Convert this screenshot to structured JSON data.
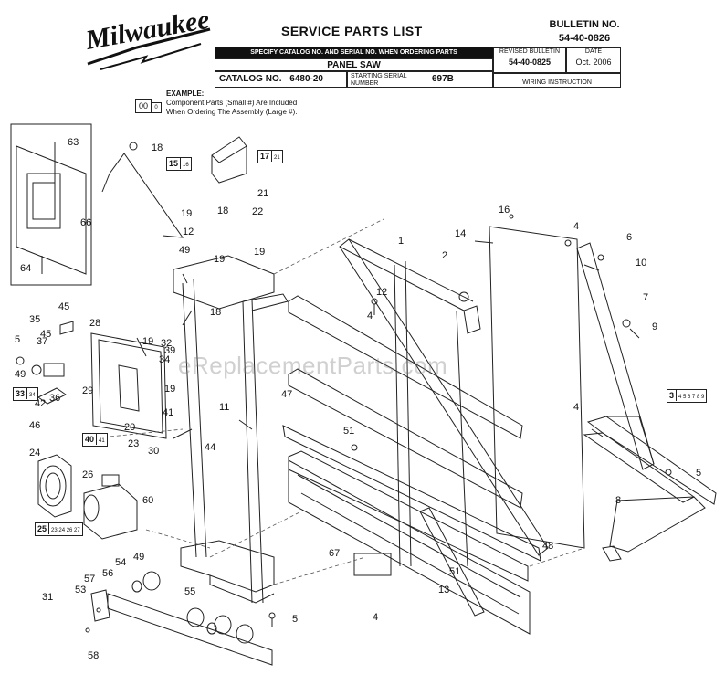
{
  "header": {
    "brand": "Milwaukee",
    "title": "SERVICE PARTS LIST",
    "bulletin_label": "BULLETIN NO.",
    "bulletin_no": "54-40-0826",
    "specify_bar": "SPECIFY CATALOG NO. AND SERIAL NO. WHEN ORDERING PARTS",
    "product": "PANEL SAW",
    "catalog_label": "CATALOG NO.",
    "catalog_no": "6480-20",
    "starting_serial_label": "STARTING SERIAL NUMBER",
    "starting_serial": "697B",
    "revised_label": "REVISED BULLETIN",
    "revised_no": "54-40-0825",
    "date_label": "DATE",
    "date": "Oct. 2006",
    "wiring_label": "WIRING INSTRUCTION"
  },
  "example": {
    "heading": "EXAMPLE:",
    "large": "00",
    "small": "0",
    "line1": "Component Parts (Small #) Are Included",
    "line2": "When Ordering The Assembly (Large #)."
  },
  "assembly_boxes": [
    {
      "large": "15",
      "small": "16"
    },
    {
      "large": "17",
      "small": "21"
    },
    {
      "large": "33",
      "small": "34"
    },
    {
      "large": "40",
      "small": "41"
    },
    {
      "large": "25",
      "small": "23 24 26 27"
    },
    {
      "large": "3",
      "small": "4 5 6 7 8 9"
    }
  ],
  "part_labels": [
    "1",
    "2",
    "4",
    "4",
    "4",
    "4",
    "5",
    "5",
    "5",
    "6",
    "7",
    "8",
    "9",
    "10",
    "11",
    "12",
    "12",
    "13",
    "14",
    "16",
    "18",
    "18",
    "18",
    "19",
    "19",
    "19",
    "19",
    "19",
    "20",
    "21",
    "22",
    "23",
    "24",
    "26",
    "28",
    "29",
    "30",
    "31",
    "32",
    "34",
    "35",
    "36",
    "37",
    "39",
    "41",
    "42",
    "44",
    "45",
    "45",
    "46",
    "47",
    "48",
    "49",
    "49",
    "49",
    "51",
    "51",
    "53",
    "54",
    "55",
    "56",
    "57",
    "58",
    "60",
    "63",
    "64",
    "66",
    "67"
  ],
  "watermark": "eReplacementParts.com"
}
